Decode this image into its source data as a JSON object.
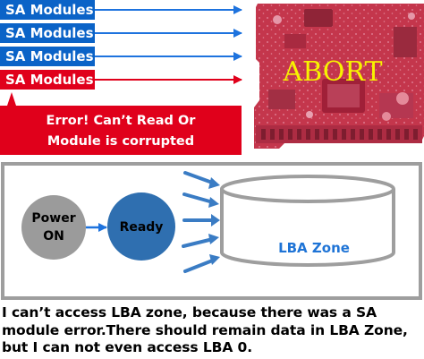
{
  "top": {
    "modules": [
      {
        "label": "SA Modules",
        "status": "ok"
      },
      {
        "label": "SA Modules",
        "status": "ok"
      },
      {
        "label": "SA Modules",
        "status": "ok"
      },
      {
        "label": "SA Modules",
        "status": "error"
      }
    ],
    "error_line1": "Error! Can’t Read Or",
    "error_line2": "Module is corrupted",
    "abort_label": "ABORT"
  },
  "flow": {
    "power_line1": "Power",
    "power_line2": "ON",
    "ready_label": "Ready",
    "lba_label": "LBA Zone"
  },
  "caption": "I can’t access LBA zone, because there was a SA module error.There should remain data in LBA Zone, but I can not even access LBA 0.",
  "colors": {
    "module_blue": "#0b63c7",
    "error_red": "#e0001b",
    "arrow_blue": "#1e73de",
    "pcb_red": "#c4364c",
    "abort_yellow": "#f7f300",
    "power_gray": "#9b9b9b",
    "ready_blue": "#2f6fb0",
    "lba_text_blue": "#1f74d6"
  }
}
